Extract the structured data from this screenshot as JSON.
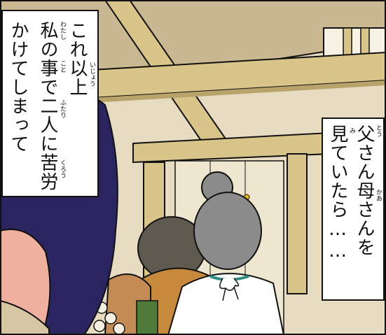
{
  "captions": {
    "left": {
      "lines": [
        "これ以上",
        "私の事で二人に苦労",
        "かけてしまって"
      ],
      "ruby": {
        "ijou": "いじょう",
        "watashi": "わたし",
        "koto": "こと",
        "futari": "ふたり",
        "kurou": "くろう"
      }
    },
    "right": {
      "lines": [
        "父さん母さんを",
        "見ていたら……"
      ],
      "ruby": {
        "tou": "とう",
        "kaa": "かあ",
        "mi": "み"
      }
    }
  },
  "colors": {
    "wall": "#e7dcc2",
    "beam": "#d9c489",
    "beam_shadow": "#b8a36a",
    "dark_hair": "#2a2560",
    "gray_hair": "#8b8b8b",
    "skin": "#f0b0a0",
    "outline": "#111111"
  }
}
